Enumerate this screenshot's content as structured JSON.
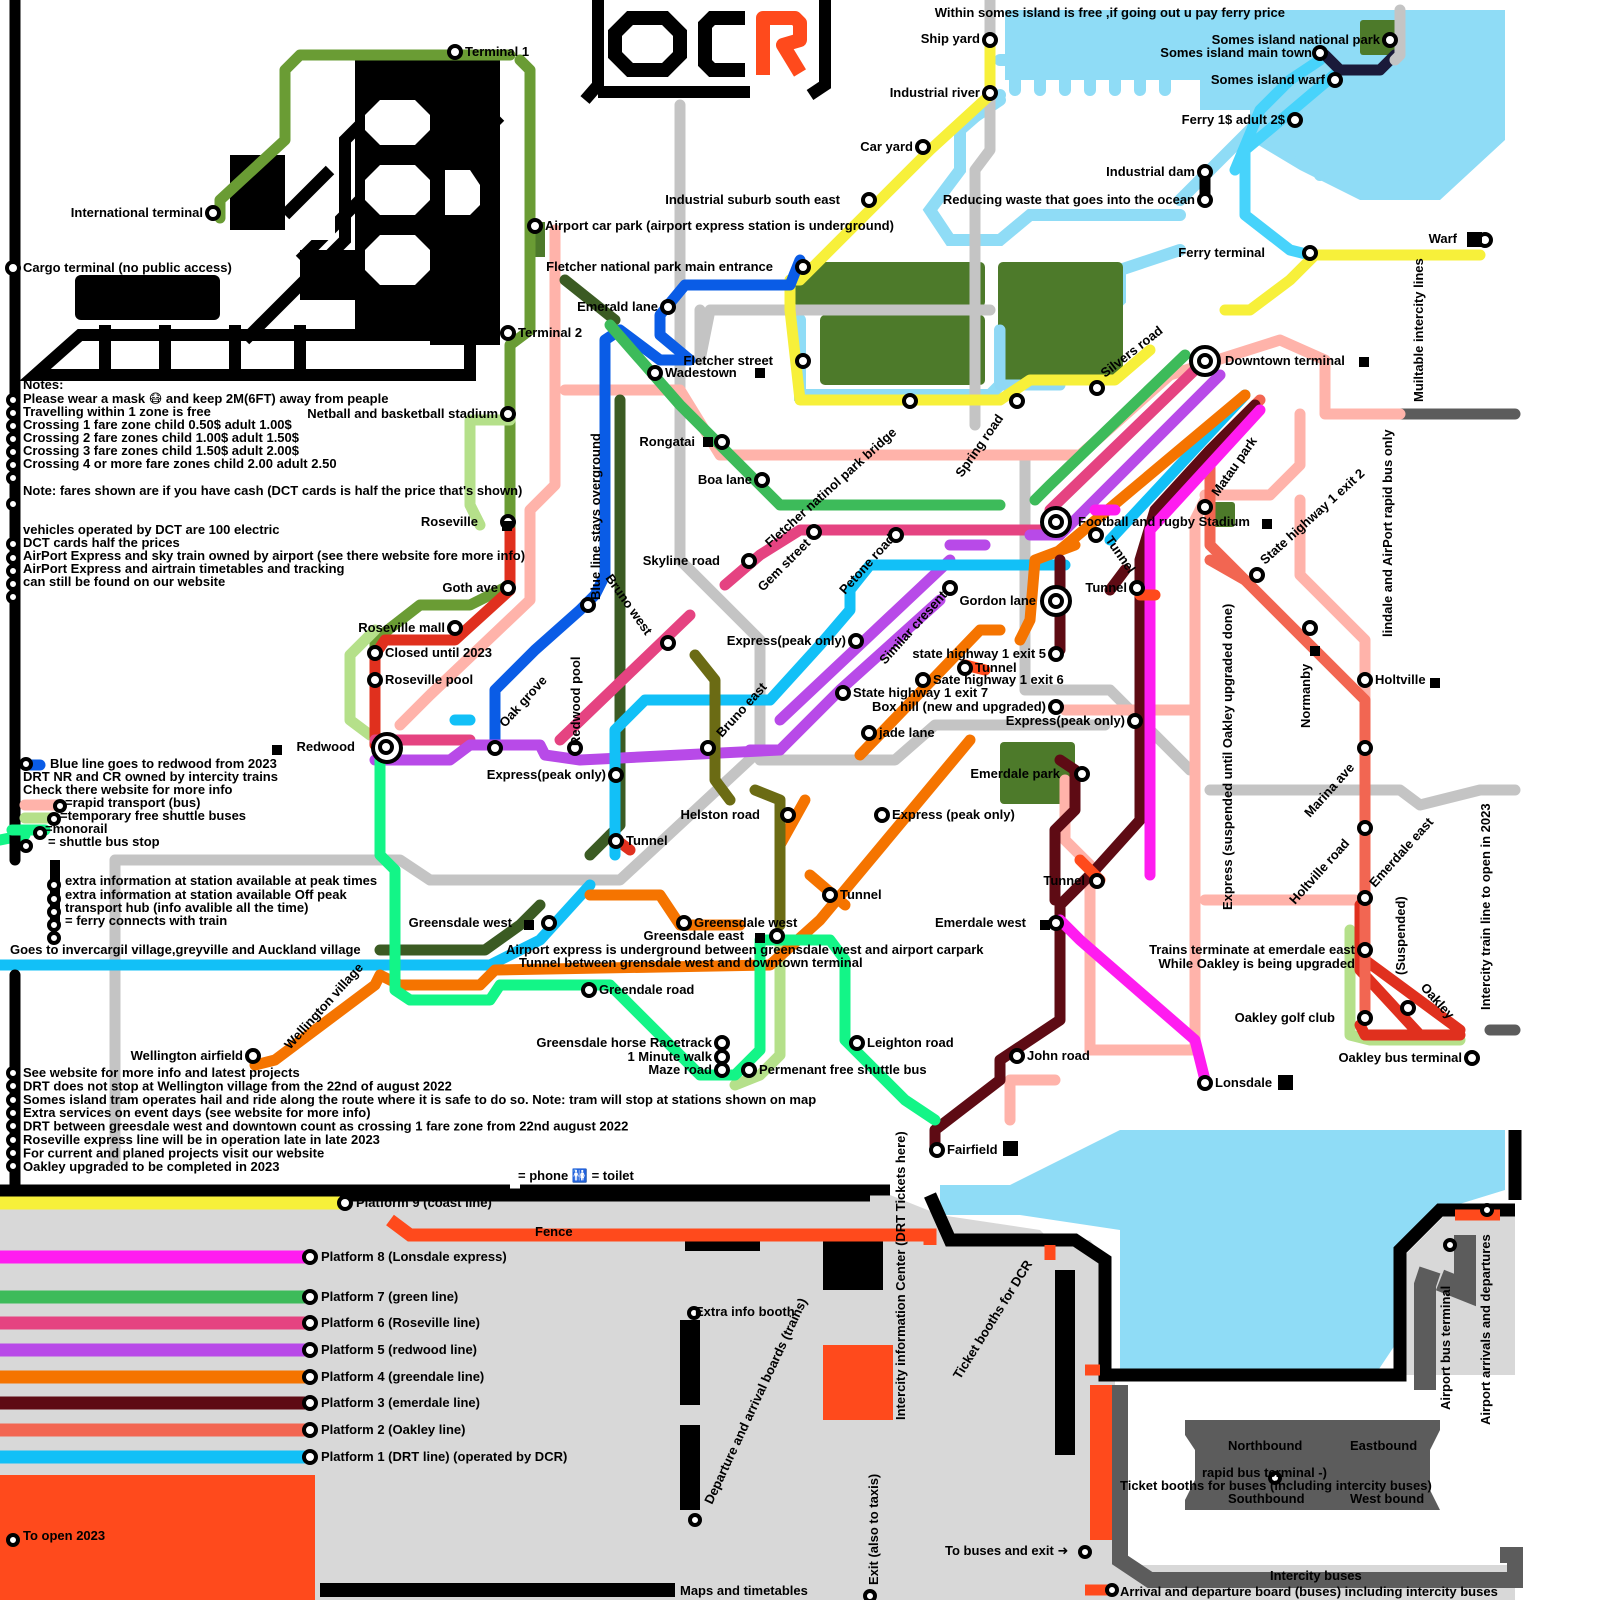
{
  "logo": {
    "text_left": "DC",
    "text_right": "R",
    "accent": "#ff4a1c"
  },
  "colors": {
    "green": "#3dbb5a",
    "olive_green": "#6a9c34",
    "dark_green": "#3b5b23",
    "park": "#4d7a2a",
    "blue": "#0a5ce6",
    "light_blue": "#8fd8f5",
    "sky": "#12c0f7",
    "yellow": "#f7f03a",
    "pink": "#ffb3aa",
    "salmon": "#f26652",
    "red": "#e0301e",
    "magenta": "#ff1cf0",
    "purple": "#b84ae8",
    "rose": "#e54381",
    "orange": "#f57400",
    "maroon": "#5e0b14",
    "mint": "#13f587",
    "light_green": "#b5e08a",
    "grey": "#c4c4c4",
    "dark_grey": "#5c5c5c",
    "water": "#8fdcf6",
    "concourse": "#d8d8d8",
    "brick": "#ff4a1c"
  },
  "stations": [
    {
      "id": "within_somes",
      "label": "Within somes island is free ,if going out u pay ferry price"
    },
    {
      "id": "ship_yard",
      "label": "Ship yard"
    },
    {
      "id": "somes_np",
      "label": "Somes island national park"
    },
    {
      "id": "somes_main",
      "label": "Somes island main town"
    },
    {
      "id": "somes_warf",
      "label": "Somes island warf"
    },
    {
      "id": "industrial_river",
      "label": "Industrial river"
    },
    {
      "id": "ferry1",
      "label": "Ferry 1$ adult 2$"
    },
    {
      "id": "terminal1",
      "label": "Terminal 1"
    },
    {
      "id": "car_yard",
      "label": "Car yard"
    },
    {
      "id": "industrial_dam",
      "label": "Industrial dam"
    },
    {
      "id": "industrial_south",
      "label": "Industrial suburb south east"
    },
    {
      "id": "reducing_waste",
      "label": "Reducing waste that goes into the ocean"
    },
    {
      "id": "international",
      "label": "International terminal"
    },
    {
      "id": "airport_carpark",
      "label": "Airport car park (airport express station is underground)"
    },
    {
      "id": "ferry_terminal",
      "label": "Ferry terminal"
    },
    {
      "id": "warf",
      "label": "Warf"
    },
    {
      "id": "fletcher_np",
      "label": "Fletcher national park main entrance"
    },
    {
      "id": "cargo",
      "label": "Cargo terminal (no public access)"
    },
    {
      "id": "emerald_lane",
      "label": "Emerald lane"
    },
    {
      "id": "terminal2",
      "label": "Terminal 2"
    },
    {
      "id": "silvers_road",
      "label": "Silvers road"
    },
    {
      "id": "fletcher_st",
      "label": "Fletcher street"
    },
    {
      "id": "wadestown",
      "label": "Wadestown"
    },
    {
      "id": "downtown",
      "label": "Downtown terminal"
    },
    {
      "id": "netball",
      "label": "Netball and basketball stadium"
    },
    {
      "id": "spring_road",
      "label": "Spring road"
    },
    {
      "id": "fletcher_bridge",
      "label": "Fletcher natinol park bridge"
    },
    {
      "id": "rongatai",
      "label": "Rongatai"
    },
    {
      "id": "matau_park",
      "label": "Matau park"
    },
    {
      "id": "boa_lane",
      "label": "Boa lane"
    },
    {
      "id": "roseville",
      "label": "Roseville"
    },
    {
      "id": "football",
      "label": "Football and rugby Stadium"
    },
    {
      "id": "skyline",
      "label": "Skyline road"
    },
    {
      "id": "gem_street",
      "label": "Gem street"
    },
    {
      "id": "petone_road",
      "label": "Petone road"
    },
    {
      "id": "tunnel_a",
      "label": "Tunnel"
    },
    {
      "id": "tunnel_b",
      "label": "Tunnel"
    },
    {
      "id": "state_hwy1_exit2",
      "label": "State highway 1 exit 2"
    },
    {
      "id": "goth_ave",
      "label": "Goth ave"
    },
    {
      "id": "blue_overground",
      "label": "Blue line stays overground"
    },
    {
      "id": "bruno_west",
      "label": "Bruno west"
    },
    {
      "id": "gordon_lane",
      "label": "Gordon lane"
    },
    {
      "id": "similar_cresent",
      "label": "Similar cresent"
    },
    {
      "id": "roseville_mall",
      "label": "Roseville mall"
    },
    {
      "id": "express_peak1",
      "label": "Express(peak only)"
    },
    {
      "id": "closed_2023",
      "label": "Closed until 2023"
    },
    {
      "id": "sh1_exit5",
      "label": "state highway 1 exit 5"
    },
    {
      "id": "tunnel_c",
      "label": "Tunnel"
    },
    {
      "id": "sh1_exit6",
      "label": "Sate highway 1 exit 6"
    },
    {
      "id": "roseville_pool",
      "label": "Roseville pool"
    },
    {
      "id": "state_hwy1_exit7",
      "label": "State highway 1 exit 7"
    },
    {
      "id": "box_hill",
      "label": "Box hill (new and upgraded)"
    },
    {
      "id": "normanby",
      "label": "Normanby"
    },
    {
      "id": "holtville",
      "label": "Holtville"
    },
    {
      "id": "oak_grove",
      "label": "Oak grove"
    },
    {
      "id": "redwood_pool",
      "label": "Redwood pool"
    },
    {
      "id": "bruno_east",
      "label": "Bruno east"
    },
    {
      "id": "jade_lane",
      "label": "jade lane"
    },
    {
      "id": "express_peak2",
      "label": "Express(peak only)"
    },
    {
      "id": "redwood",
      "label": "Redwood"
    },
    {
      "id": "marina_ave",
      "label": "Marina ave"
    },
    {
      "id": "express_peak3",
      "label": "Express(peak only)"
    },
    {
      "id": "emerdale_park",
      "label": "Emerdale park"
    },
    {
      "id": "helston",
      "label": "Helston road"
    },
    {
      "id": "express_peak4",
      "label": "Express (peak only)"
    },
    {
      "id": "emerdale_east",
      "label": "Emerdale east"
    },
    {
      "id": "holtville_road",
      "label": "Holtville road"
    },
    {
      "id": "tunnel_d",
      "label": "Tunnel"
    },
    {
      "id": "tunnel_e",
      "label": "Tunnel"
    },
    {
      "id": "tunnel_f",
      "label": "Tunnel"
    },
    {
      "id": "greensdale_west",
      "label": "Greensdale west"
    },
    {
      "id": "greensdale_west2",
      "label": "Greensdale west"
    },
    {
      "id": "greensdale_east",
      "label": "Greensdale east"
    },
    {
      "id": "emerdale_west",
      "label": "Emerdale west"
    },
    {
      "id": "trains_terminate",
      "label": "Trains terminate at emerdale east"
    },
    {
      "id": "oakley_upgraded",
      "label": "While Oakley is being upgraded"
    },
    {
      "id": "suspended",
      "label": "(Suspended)"
    },
    {
      "id": "airport_express_ug",
      "label": "Airport express is underground between greensdale west and airport carpark"
    },
    {
      "id": "tunnel_between",
      "label": "Tunnel between grensdale west and downtown terminal"
    },
    {
      "id": "greendale_road",
      "label": "Greendale road"
    },
    {
      "id": "oakley",
      "label": "Oakley"
    },
    {
      "id": "oakley_golf",
      "label": "Oakley golf club"
    },
    {
      "id": "oakley_bus",
      "label": "Oakley bus terminal"
    },
    {
      "id": "racetrack",
      "label": "Greensdale horse Racetrack"
    },
    {
      "id": "minute_walk",
      "label": "1 Minute walk"
    },
    {
      "id": "leighton",
      "label": "Leighton road"
    },
    {
      "id": "john_road",
      "label": "John road"
    },
    {
      "id": "wellington_airfield",
      "label": "Wellington airfield"
    },
    {
      "id": "wellington_village",
      "label": "Wellington village"
    },
    {
      "id": "maze_road",
      "label": "Maze road"
    },
    {
      "id": "shuttle_bus",
      "label": "Permenant free shuttle bus"
    },
    {
      "id": "lonsdale",
      "label": "Lonsdale"
    },
    {
      "id": "fairfield",
      "label": "Fairfield"
    },
    {
      "id": "goes_to",
      "label": "Goes to invercargil village,greyville and Auckland village"
    },
    {
      "id": "express_suspended",
      "label": "Express (suspended until Oakley upgraded done)"
    },
    {
      "id": "intercity_2023",
      "label": "Intercity train line to open in 2023"
    },
    {
      "id": "lindale",
      "label": "lindale and AirPort rapid bus only"
    },
    {
      "id": "multitable",
      "label": "Muiltable intercity lines"
    }
  ],
  "notes_top": [
    "Notes:",
    "Please wear a mask 😷 and keep 2M(6FT) away from peaple",
    "Travelling within 1 zone is free",
    "Crossing 1 fare zone child 0.50$ adult 1.00$",
    "Crossing 2 fare zones child 1.00$ adult 1.50$",
    "Crossing 3 fare zones child 1.50$ adult 2.00$",
    "Crossing 4 or more fare zones child 2.00 adult 2.50",
    "Note: fares shown are if you have cash (DCT cards is half the price that's shown)",
    "vehicles operated by DCT are 100 electric",
    "DCT cards half the prices",
    "AirPort Express and sky train owned by airport (see there website fore more info)",
    "AirPort Express and airtrain timetables and tracking",
    "can still be found on our website"
  ],
  "legend": [
    "Blue line goes to redwood from 2023",
    "DRT NR and CR owned by intercity trains",
    "Check there website for more info",
    "=rapid transport (bus)",
    "=temporary free shuttle buses",
    "=monorail",
    "= shuttle bus stop",
    "extra information at station available at peak times",
    "extra information at station available Off peak",
    "transport hub (info avalible all the time)",
    "= ferry connects with train"
  ],
  "notes_bottom": [
    "See website for more info and latest projects",
    "DRT does not stop at Wellington village from the 22nd of august 2022",
    "Somes island tram operates hail and ride along the route where it is safe to do so. Note: tram will stop at stations shown on map",
    "Extra services on event days (see website for more info)",
    "DRT between greesdale west and downtown count as crossing 1 fare zone from 22nd august 2022",
    "Roseville express line will be in operation late in late 2023",
    "For current and planed projects visit our website",
    "Oakley upgraded to be completed in 2023"
  ],
  "phone_toilet": "= phone 🚻 = toilet",
  "platforms": [
    {
      "label": "Platform 9 (coast line)",
      "color": "#f7f03a"
    },
    {
      "label": "Platform 8 (Lonsdale express)",
      "color": "#ff1cf0"
    },
    {
      "label": "Platform 7 (green line)",
      "color": "#3dbb5a"
    },
    {
      "label": "Platform 6 (Roseville line)",
      "color": "#e54381"
    },
    {
      "label": "Platform 5 (redwood line)",
      "color": "#b84ae8"
    },
    {
      "label": "Platform 4 (greendale line)",
      "color": "#f57400"
    },
    {
      "label": "Platform 3 (emerdale line)",
      "color": "#5e0b14"
    },
    {
      "label": "Platform 2 (Oakley line)",
      "color": "#f26652"
    },
    {
      "label": "Platform 1 (DRT line) (operated by DCR)",
      "color": "#12c0f7"
    }
  ],
  "facilities": {
    "fence": "Fence",
    "extra_info_booth": "Extra info booth",
    "departure_boards": "Departure and arrival boards (trains)",
    "intercity_info": "Intercity information Center (DRT Tickets here)",
    "ticket_booths_dcr": "Ticket booths for DCR",
    "exit_taxis": "Exit  (also to taxis)",
    "to_buses": "To buses and exit ➜",
    "maps_timetables": "Maps and timetables",
    "to_open": "To open 2023",
    "ticket_booths_buses": "Ticket booths for buses (including intercity buses)",
    "rapid_bus_terminal": "rapid bus terminal -)",
    "northbound": "Northbound",
    "eastbound": "Eastbound",
    "southbound": "Southbound",
    "westbound": "West bound",
    "intercity_buses": "Intercity buses",
    "arrival_board_buses": "Arrival and departure board (buses) including intercity buses",
    "airport_bus_terminal": "Airport bus terminal",
    "airport_arrivals": "Airport arrivals and departures"
  }
}
